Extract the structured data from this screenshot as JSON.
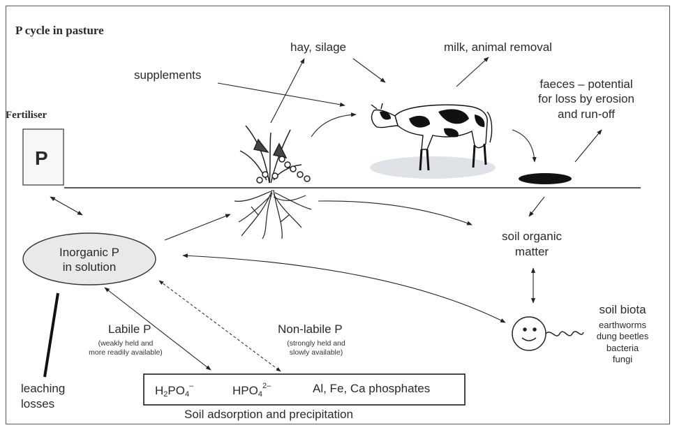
{
  "title": "P cycle in pasture",
  "fertiliser": {
    "label": "Fertiliser",
    "box_letter": "P"
  },
  "labels": {
    "hay_silage": "hay, silage",
    "milk": "milk, animal removal",
    "supplements": "supplements",
    "faeces": [
      "faeces – potential",
      "for loss by erosion",
      "and run-off"
    ],
    "soil_organic": [
      "soil organic",
      "matter"
    ],
    "soil_biota": "soil biota",
    "biota_list": [
      "earthworms",
      "dung beetles",
      "bacteria",
      "fungi"
    ],
    "leaching": [
      "leaching",
      "losses"
    ],
    "inorganic_p": [
      "Inorganic P",
      "in solution"
    ],
    "labile_p": "Labile P",
    "labile_note": [
      "(weakly held and",
      "more readily available)"
    ],
    "nonlabile_p": "Non-labile P",
    "nonlabile_note": [
      "(strongly held and",
      "slowly available)"
    ],
    "adsorption": "Soil adsorption and precipitation"
  },
  "phosphates": {
    "h2po4": {
      "base": "H",
      "sub1": "2",
      "mid": "PO",
      "sub2": "4",
      "sup": "–"
    },
    "hpo4": {
      "base": "HPO",
      "sub": "4",
      "sup": "2–"
    },
    "metal": "Al, Fe, Ca phosphates"
  }
}
